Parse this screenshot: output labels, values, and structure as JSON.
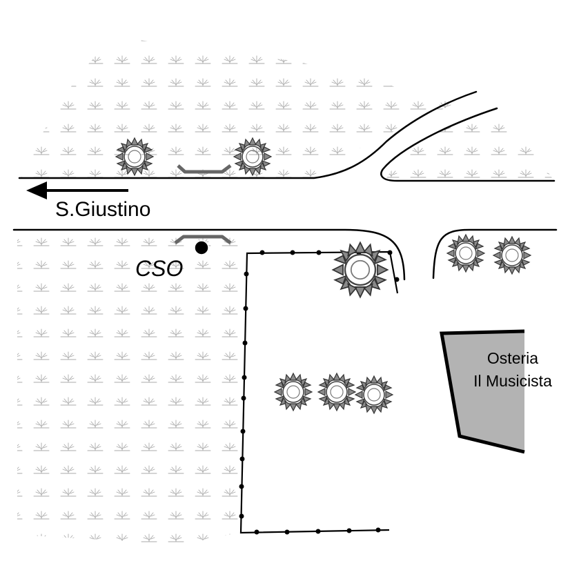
{
  "map": {
    "direction_label": "S.Giustino",
    "marker_label": "CSO",
    "building": {
      "line1": "Osteria",
      "line2": "Il Musicista",
      "fill_color": "#b3b3b3"
    },
    "icons": [
      "arrow-left-icon",
      "tree-icon",
      "bench-icon",
      "marker-dot-icon",
      "grass-icon"
    ],
    "colors": {
      "ink": "#000000",
      "tree": "#777777",
      "grass": "#a8a8a8",
      "bench": "#777777"
    }
  }
}
